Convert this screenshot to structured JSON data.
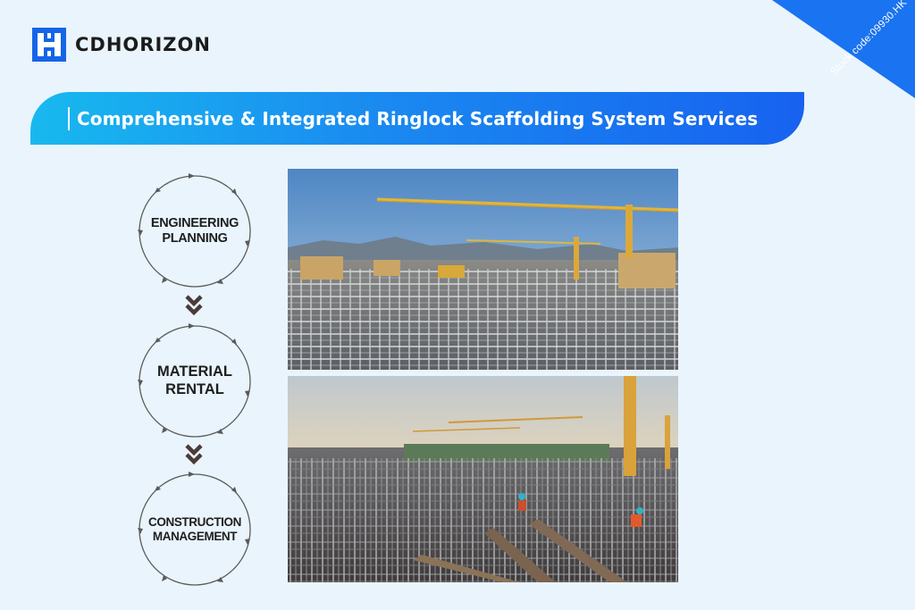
{
  "brand": {
    "name": "CDHORIZON",
    "logo_icon": "h-logo-icon",
    "color": "#1565e8"
  },
  "corner_ribbon": {
    "stock_code": "Stock code:09930.HK",
    "color": "#1a73f0"
  },
  "banner": {
    "title": "Comprehensive & Integrated Ringlock Scaffolding System Services",
    "gradient": [
      "#18b9ef",
      "#1762f0"
    ]
  },
  "process": {
    "steps": [
      {
        "line1": "ENGINEERING",
        "line2": "PLANNING"
      },
      {
        "line1": "MATERIAL",
        "line2": "RENTAL"
      },
      {
        "line1": "CONSTRUCTION",
        "line2": "MANAGEMENT"
      }
    ],
    "connector_icon": "double-chevron-down-icon",
    "connector_color": "#4a3b38"
  },
  "photos": [
    {
      "subject": "scaffolding-site-with-tower-cranes-daylight"
    },
    {
      "subject": "scaffolding-grid-with-workers-sunset"
    }
  ]
}
